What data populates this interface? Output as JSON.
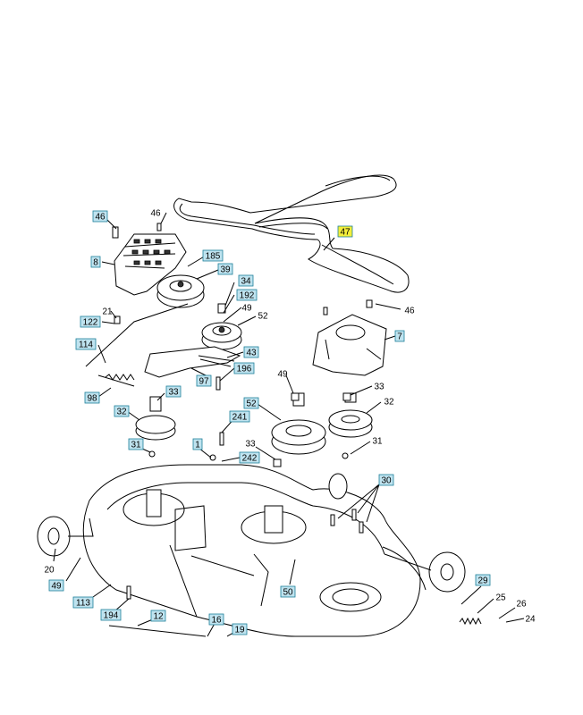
{
  "diagram": {
    "accent_box_color": "#bfe3ef",
    "accent_box_border": "#1f7f9a",
    "highlight_color": "#f4ee3a",
    "callouts": [
      {
        "id": "c46a",
        "text": "46",
        "boxed": true
      },
      {
        "id": "c46b",
        "text": "46",
        "boxed": false
      },
      {
        "id": "c47",
        "text": "47",
        "boxed": true,
        "highlighted": true
      },
      {
        "id": "c8",
        "text": "8",
        "boxed": true
      },
      {
        "id": "c185",
        "text": "185",
        "boxed": true
      },
      {
        "id": "c39",
        "text": "39",
        "boxed": true
      },
      {
        "id": "c34",
        "text": "34",
        "boxed": true
      },
      {
        "id": "c192",
        "text": "192",
        "boxed": true
      },
      {
        "id": "c49a",
        "text": "49",
        "boxed": false
      },
      {
        "id": "c52a",
        "text": "52",
        "boxed": false
      },
      {
        "id": "c46c",
        "text": "46",
        "boxed": false
      },
      {
        "id": "c21",
        "text": "21",
        "boxed": false
      },
      {
        "id": "c122",
        "text": "122",
        "boxed": true
      },
      {
        "id": "c7",
        "text": "7",
        "boxed": true
      },
      {
        "id": "c114",
        "text": "114",
        "boxed": true
      },
      {
        "id": "c43",
        "text": "43",
        "boxed": true
      },
      {
        "id": "c196",
        "text": "196",
        "boxed": true
      },
      {
        "id": "c97",
        "text": "97",
        "boxed": true
      },
      {
        "id": "c98",
        "text": "98",
        "boxed": true
      },
      {
        "id": "c33a",
        "text": "33",
        "boxed": true
      },
      {
        "id": "c49b",
        "text": "49",
        "boxed": false
      },
      {
        "id": "c33b",
        "text": "33",
        "boxed": false
      },
      {
        "id": "c32a",
        "text": "32",
        "boxed": true
      },
      {
        "id": "c52b",
        "text": "52",
        "boxed": true
      },
      {
        "id": "c32b",
        "text": "32",
        "boxed": false
      },
      {
        "id": "c241",
        "text": "241",
        "boxed": true
      },
      {
        "id": "c31a",
        "text": "31",
        "boxed": true
      },
      {
        "id": "c1",
        "text": "1",
        "boxed": true
      },
      {
        "id": "c33c",
        "text": "33",
        "boxed": false
      },
      {
        "id": "c31b",
        "text": "31",
        "boxed": false
      },
      {
        "id": "c242",
        "text": "242",
        "boxed": true
      },
      {
        "id": "c30",
        "text": "30",
        "boxed": true
      },
      {
        "id": "c20",
        "text": "20",
        "boxed": false
      },
      {
        "id": "c49c",
        "text": "49",
        "boxed": true
      },
      {
        "id": "c113",
        "text": "113",
        "boxed": true
      },
      {
        "id": "c50",
        "text": "50",
        "boxed": true
      },
      {
        "id": "c29",
        "text": "29",
        "boxed": true
      },
      {
        "id": "c25",
        "text": "25",
        "boxed": false
      },
      {
        "id": "c26",
        "text": "26",
        "boxed": false
      },
      {
        "id": "c194",
        "text": "194",
        "boxed": true
      },
      {
        "id": "c12",
        "text": "12",
        "boxed": true
      },
      {
        "id": "c24",
        "text": "24",
        "boxed": false
      },
      {
        "id": "c16",
        "text": "16",
        "boxed": true
      },
      {
        "id": "c19",
        "text": "19",
        "boxed": true
      }
    ]
  }
}
